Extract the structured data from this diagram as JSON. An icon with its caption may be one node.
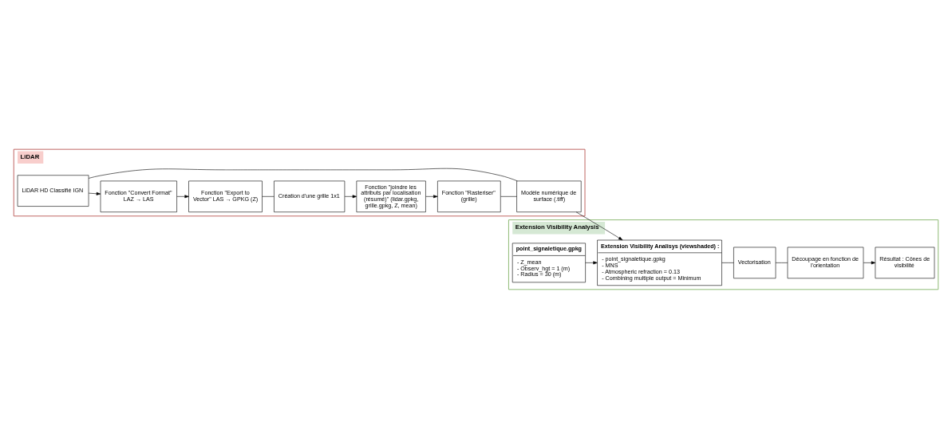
{
  "diagram": {
    "nodes": [
      {
        "text": [
          "LiDAR"
        ]
      },
      {
        "text": [
          "LiDAR HD Classifié IGN"
        ],
        "in": 0
      },
      {
        "text": [
          "Fonction \"Convert Format\" LAZ → LAS"
        ],
        "in": 0
      },
      {
        "text": [
          "Fonction \"Export to Vector\" LAS → GPKG (Z)"
        ],
        "in": 0
      },
      {
        "text": [
          "Création d'une grille 1x1"
        ],
        "in": 0
      },
      {
        "text": [
          "Fonction \"joindre les attributs par localisation (résumé)\" (lidar.gpkg, grille.gpkg, Z, mean)"
        ],
        "in": 0
      },
      {
        "text": [
          "Fonction \"Rasteriser\" (grille)"
        ],
        "in": 0
      },
      {
        "text": [
          "Modèle numérique de surface (.tiff)"
        ],
        "in": 0
      },
      {
        "text": [
          "Extension Visibility Analysis"
        ]
      },
      {
        "text": [
          "point_signaletique.gpkg",
          "- Z_mean",
          "- Observ_hgt = 1 (m)",
          "- Radius = 30 (m)"
        ],
        "in": 8
      },
      {
        "text": [
          "Extension Visibility Analisys (viewshaded) :",
          "- point_signaletique.gpkg",
          "- MNS",
          "- Atmospheric refraction = 0.13",
          "- Combining multiple output = Minimum"
        ],
        "in": 8
      },
      {
        "text": [
          "Vectorisation"
        ],
        "in": 8
      },
      {
        "text": [
          "Découpage en fonction de l'orientation"
        ],
        "in": 8
      },
      {
        "text": [
          "Résultat : Cônes de visibilité"
        ],
        "in": 8
      }
    ],
    "edges": [
      {
        "from": 1,
        "to": 2,
        "arrow": "to"
      },
      {
        "from": 2,
        "to": 3,
        "arrow": "to"
      },
      {
        "from": 3,
        "to": 4,
        "arrow": "none"
      },
      {
        "from": 4,
        "to": 5,
        "arrow": "to"
      },
      {
        "from": 5,
        "to": 6,
        "arrow": "to"
      },
      {
        "from": 1,
        "to": 7,
        "arrow": "none"
      },
      {
        "from": 6,
        "to": 7,
        "arrow": "none"
      },
      {
        "from": 7,
        "to": 10,
        "arrow": "to"
      },
      {
        "from": 9,
        "to": 10,
        "arrow": "to"
      },
      {
        "from": 10,
        "to": 11,
        "arrow": "none"
      },
      {
        "from": 11,
        "to": 12,
        "arrow": "none"
      },
      {
        "from": 12,
        "to": 13,
        "arrow": "to"
      }
    ]
  }
}
